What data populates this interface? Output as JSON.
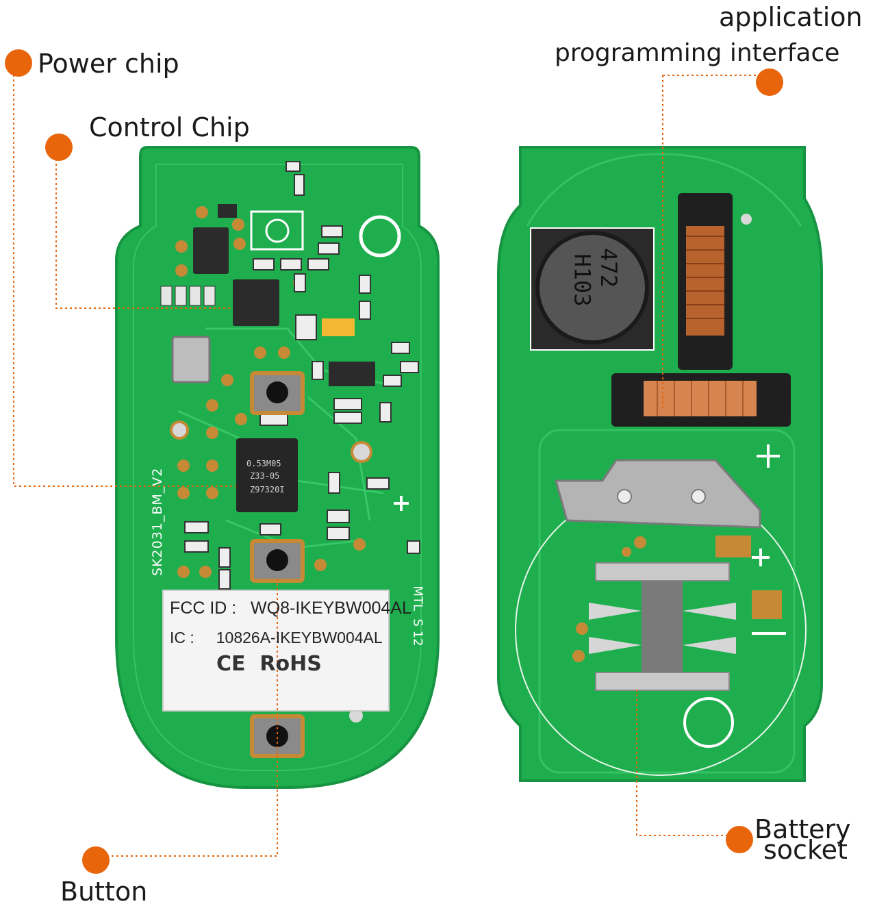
{
  "colors": {
    "accent": "#e8650c",
    "pcb_green": "#1fae4e",
    "pcb_edge": "#169441",
    "solder": "#c68a36",
    "chip": "#2b2b2b"
  },
  "callouts": {
    "power_chip": "Power chip",
    "control_chip": "Control Chip",
    "button": "Button",
    "api_line1": "application",
    "api_line2": "programming interface",
    "battery_line1": "Battery",
    "battery_line2": "socket"
  },
  "board_front": {
    "silkscreen": "SK2031_BM_V2",
    "label_fcc": "FCC ID :   WQ8-IKEYBW004AL",
    "label_ic": "IC :     10826A-IKEYBW004AL",
    "label_marks": "CE  RoHS",
    "chip_text_1": "0.53M05",
    "chip_text_2": "Z33-05",
    "chip_text_3": "Z97320I",
    "side_text": "MTL  S 12"
  },
  "board_back": {
    "inductor_text_1": "472",
    "inductor_text_2": "H103",
    "plus_sign": "+",
    "minus_sign": "−"
  }
}
